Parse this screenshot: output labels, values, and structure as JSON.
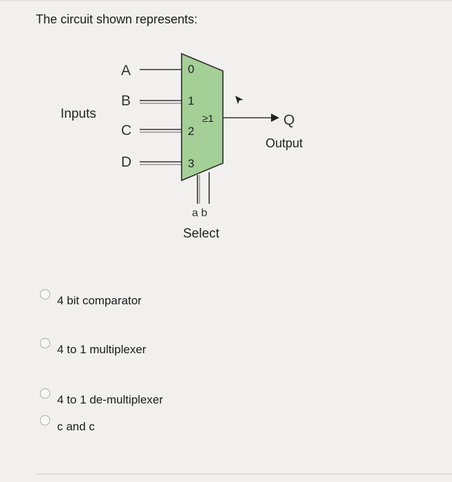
{
  "question": {
    "text": "The circuit shown represents:"
  },
  "diagram": {
    "inputs_label": "Inputs",
    "input_names": [
      "A",
      "B",
      "C",
      "D"
    ],
    "port_numbers": [
      "0",
      "1",
      "2",
      "3"
    ],
    "gate_symbol": "≥1",
    "output_name": "Q",
    "output_label": "Output",
    "select_pins": "a b",
    "select_label": "Select",
    "mux_fill": "#a4cf96"
  },
  "options": [
    {
      "label": "4 bit comparator"
    },
    {
      "label": "4 to 1 multiplexer"
    },
    {
      "label": "4 to 1 de-multiplexer"
    },
    {
      "label": "c and c"
    }
  ]
}
